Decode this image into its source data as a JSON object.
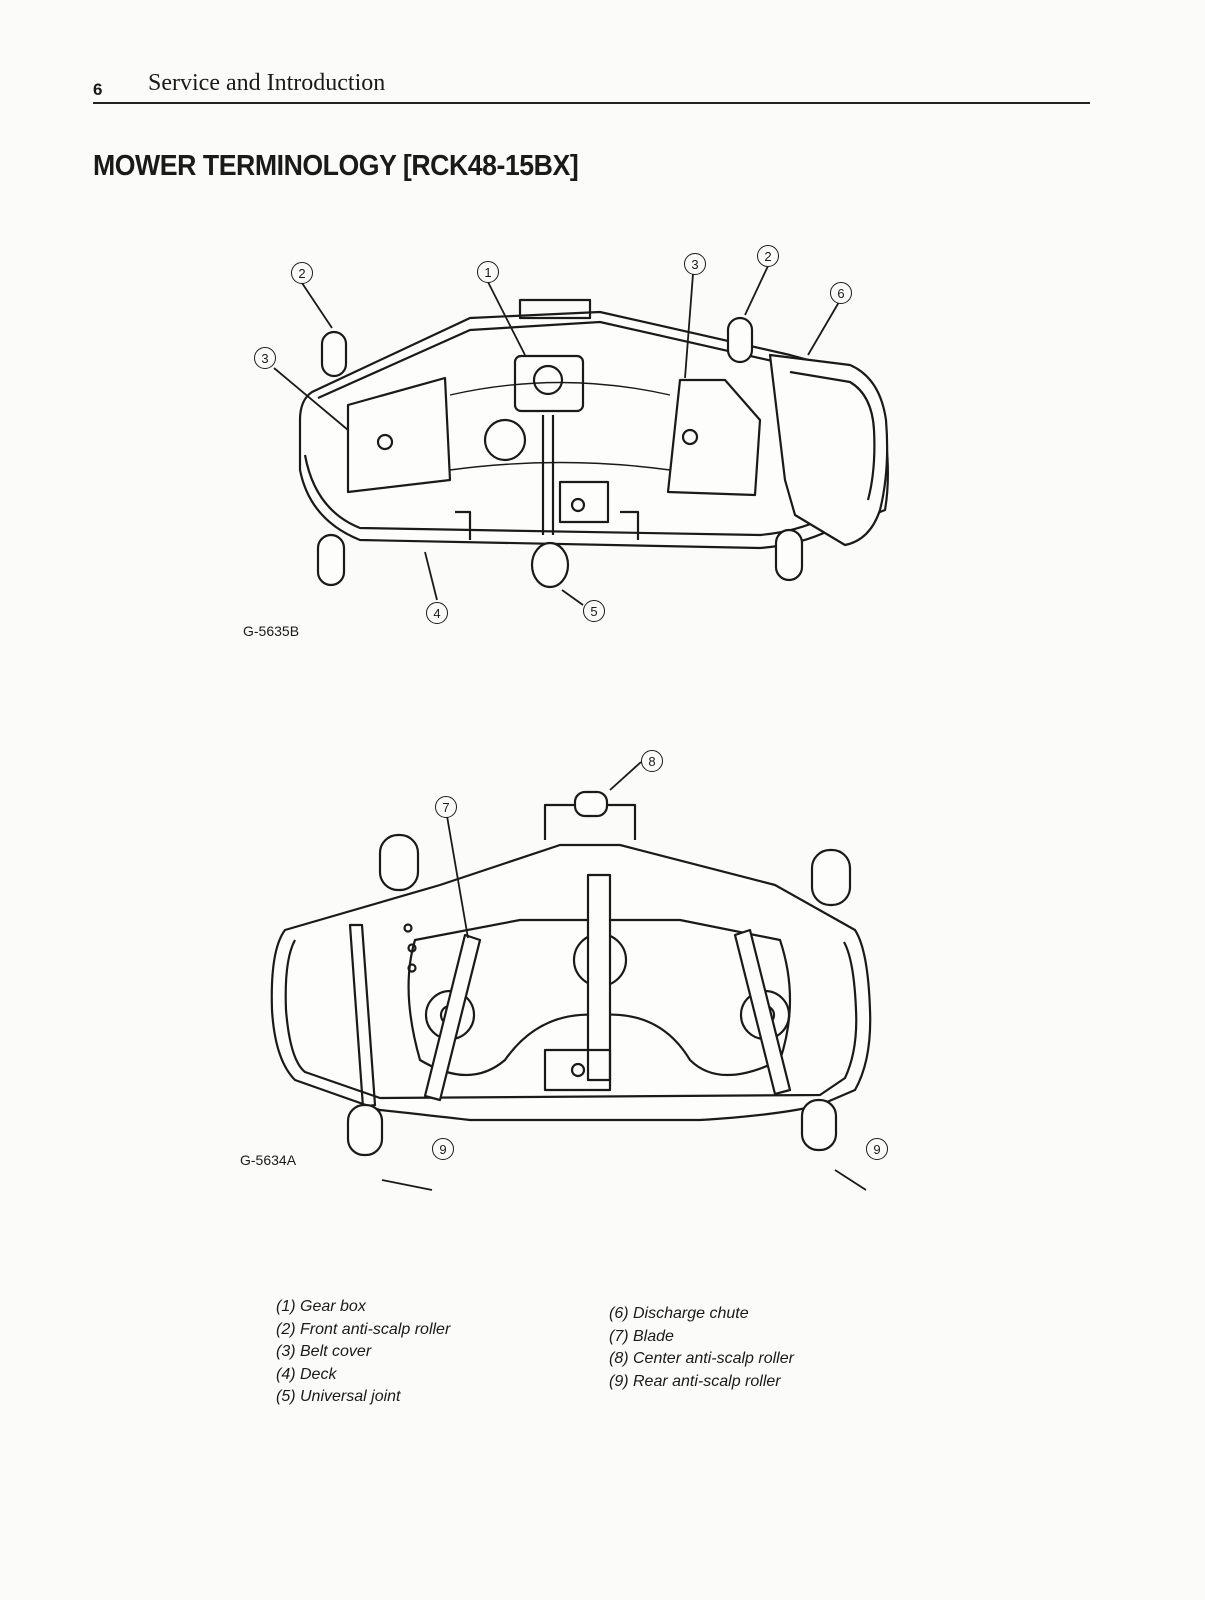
{
  "header": {
    "page_number": "6",
    "running_head": "Service and Introduction"
  },
  "section_title": "MOWER TERMINOLOGY [RCK48-15BX]",
  "figures": [
    {
      "code": "G-5635B",
      "callouts": [
        "2",
        "1",
        "3",
        "2",
        "6",
        "3",
        "4",
        "5"
      ]
    },
    {
      "code": "G-5634A",
      "callouts": [
        "8",
        "7",
        "9",
        "9"
      ]
    }
  ],
  "legend": {
    "left": [
      "(1) Gear box",
      "(2) Front anti-scalp roller",
      "(3) Belt cover",
      "(4) Deck",
      "(5) Universal joint"
    ],
    "right": [
      "(6) Discharge chute",
      "(7) Blade",
      "(8) Center anti-scalp roller",
      "(9) Rear anti-scalp roller"
    ]
  }
}
